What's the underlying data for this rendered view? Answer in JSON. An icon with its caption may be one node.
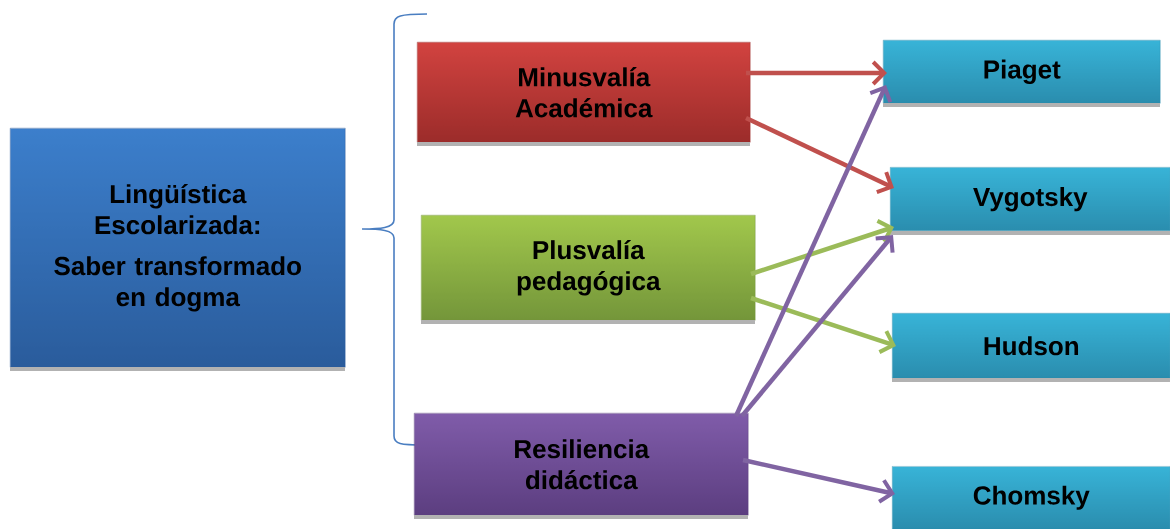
{
  "diagram": {
    "nodes": [
      {
        "text": [
          "Lingüística Escolarizada:",
          "Saber transformado en dogma"
        ]
      },
      {
        "text": [
          "Minusvalía Académica"
        ]
      },
      {
        "text": [
          "Plusvalía pedagógica"
        ]
      },
      {
        "text": [
          "Resiliencia didáctica"
        ]
      },
      {
        "text": [
          "Piaget"
        ]
      },
      {
        "text": [
          "Vygotsky"
        ]
      },
      {
        "text": [
          "Hudson"
        ]
      },
      {
        "text": [
          "Chomsky"
        ]
      }
    ],
    "edges": [
      {
        "from": 1,
        "to": 4,
        "arrow": "to",
        "color": "#c0504d"
      },
      {
        "from": 1,
        "to": 5,
        "arrow": "to",
        "color": "#c0504d"
      },
      {
        "from": 2,
        "to": 5,
        "arrow": "to",
        "color": "#9bbb59"
      },
      {
        "from": 2,
        "to": 6,
        "arrow": "to",
        "color": "#9bbb59"
      },
      {
        "from": 3,
        "to": 4,
        "arrow": "to",
        "color": "#8064a2"
      },
      {
        "from": 3,
        "to": 5,
        "arrow": "to",
        "color": "#8064a2"
      },
      {
        "from": 3,
        "to": 7,
        "arrow": "to",
        "color": "#8064a2"
      }
    ]
  }
}
